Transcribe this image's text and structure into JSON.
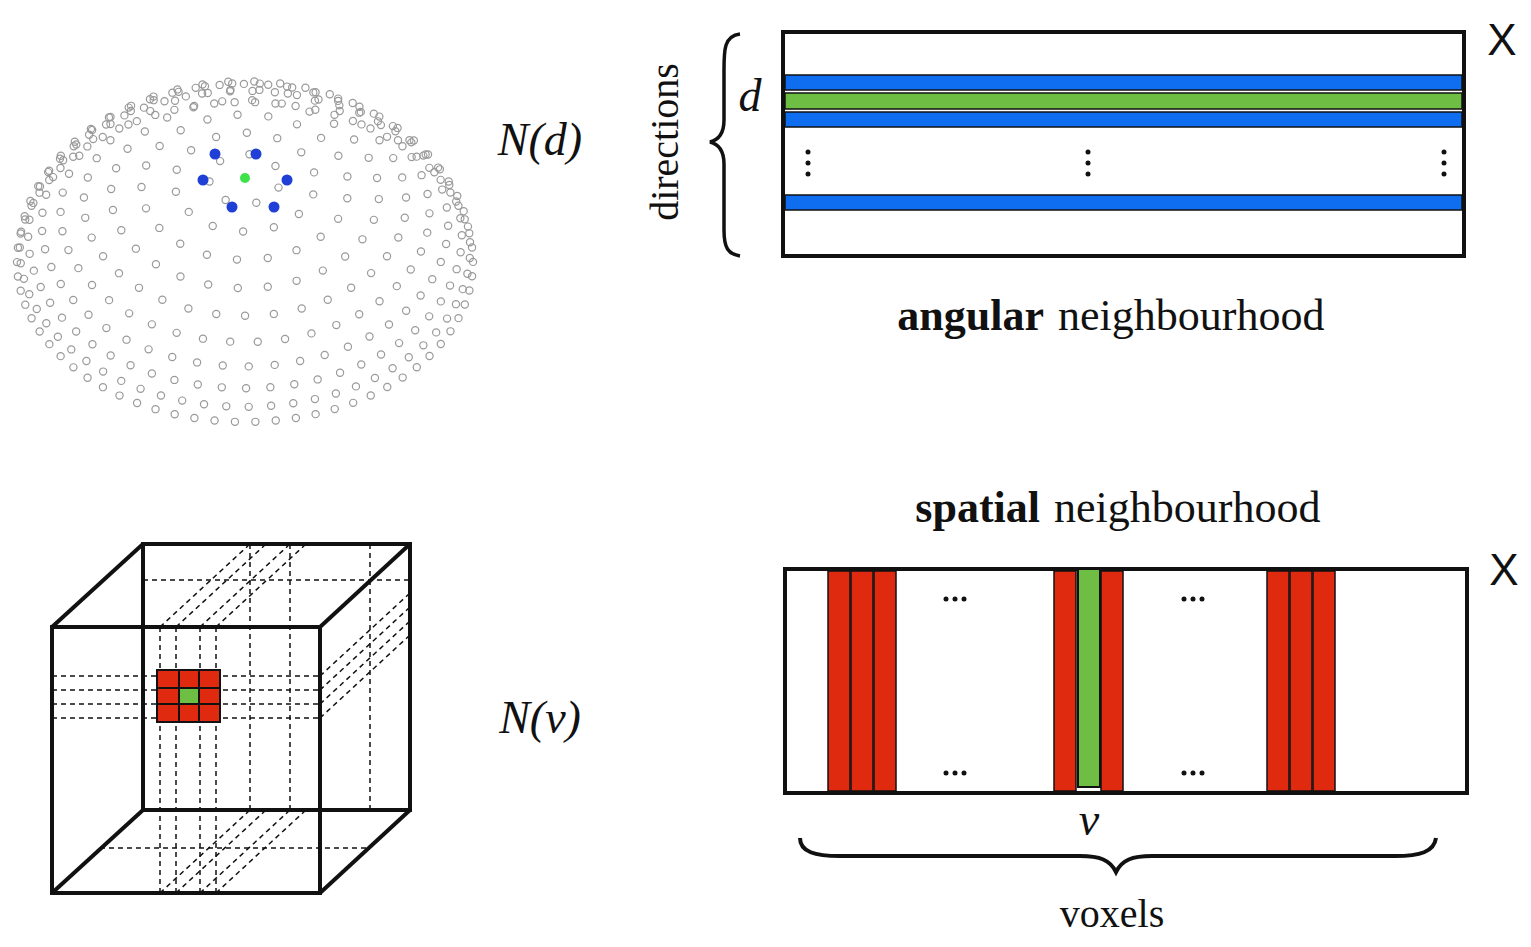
{
  "diagram": {
    "labels": [
      "N(d)",
      "X",
      "directions",
      "d",
      "angular",
      "neighbourhood",
      "spatial",
      "neighbourhood",
      "X",
      "N(v)",
      "v",
      "voxels"
    ]
  }
}
